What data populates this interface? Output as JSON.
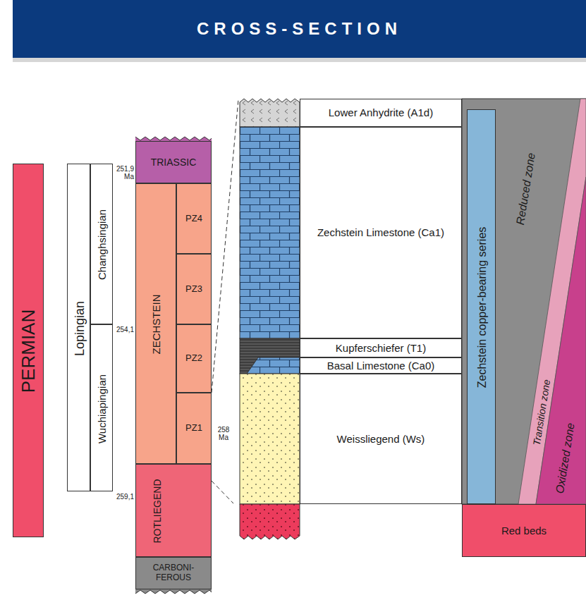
{
  "diagram": {
    "title": "CROSS-SECTION",
    "nodes": [
      {
        "text": [
          "PERMIAN"
        ]
      },
      {
        "text": [
          "Lopingian"
        ]
      },
      {
        "text": [
          "Changhsingian"
        ]
      },
      {
        "text": [
          "Wuchiapingian"
        ]
      },
      {
        "text": [
          "TRIASSIC"
        ]
      },
      {
        "text": [
          "ZECHSTEIN"
        ]
      },
      {
        "text": [
          "PZ4"
        ]
      },
      {
        "text": [
          "PZ3"
        ]
      },
      {
        "text": [
          "PZ2"
        ]
      },
      {
        "text": [
          "PZ1"
        ]
      },
      {
        "text": [
          "ROTLIEGEND"
        ]
      },
      {
        "text": [
          "CARBONI- FEROUS"
        ]
      },
      {
        "text": [
          "Lower Anhydrite (A1d)"
        ]
      },
      {
        "text": [
          "Zechstein Limestone (Ca1)"
        ]
      },
      {
        "text": [
          "Kupferschiefer (T1)"
        ]
      },
      {
        "text": [
          "Basal Limestone (Ca0)"
        ]
      },
      {
        "text": [
          "Weissliegend (Ws)"
        ]
      },
      {
        "text": [
          "Zechstein copper-bearing series"
        ]
      },
      {
        "text": [
          "Reduced zone"
        ]
      },
      {
        "text": [
          "Transition zone"
        ]
      },
      {
        "text": [
          "Oxidized zone"
        ]
      },
      {
        "text": [
          "Red beds"
        ]
      }
    ],
    "labels": [
      "251,9 Ma",
      "254,1",
      "259,1",
      "258 Ma"
    ]
  }
}
